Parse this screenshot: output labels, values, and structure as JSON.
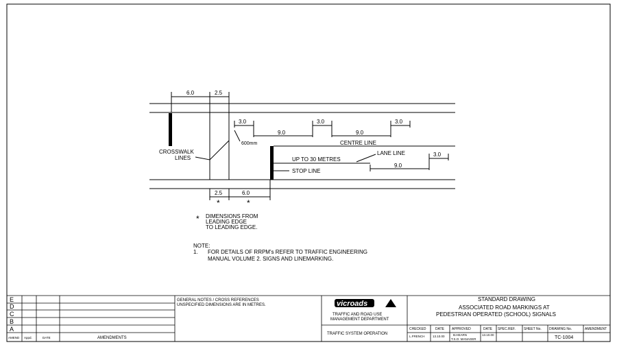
{
  "drawing": {
    "dims_top": [
      "6.0",
      "2.5"
    ],
    "dims_bottom": [
      "2.5",
      "6.0"
    ],
    "centre_segments": [
      "3.0",
      "3.0",
      "3.0"
    ],
    "centre_gaps": [
      "9.0",
      "9.0"
    ],
    "lane_segment": "3.0",
    "lane_gap": "9.0",
    "label_600": "600mm",
    "label_centre_line": "CENTRE LINE",
    "label_lane_line": "LANE LINE",
    "label_up_to": "UP TO 30 METRES",
    "label_stop_line": "STOP LINE",
    "label_crosswalk_1": "CROSSWALK",
    "label_crosswalk_2": "LINES",
    "asterisk": "*",
    "footnote_lines": [
      "DIMENSIONS FROM",
      "LEADING EDGE",
      "TO LEADING EDGE."
    ],
    "note_title": "NOTE:",
    "note_num": "1.",
    "note_line1": "FOR DETAILS OF RRPM's REFER TO TRAFFIC ENGINEERING",
    "note_line2": "MANUAL VOLUME 2.  SIGNS AND LINEMARKING."
  },
  "title_block": {
    "amend_letters": [
      "E",
      "D",
      "C",
      "B",
      "A"
    ],
    "col_amend": "AMEND",
    "col_appd": "Appd.",
    "col_date": "DATE",
    "col_amendments": "AMENDMENTS",
    "general_notes_1": "GENERAL NOTES / CROSS REFERENCES",
    "general_notes_2": "UNSPECIFIED DIMENSIONS ARE IN METRES.",
    "logo_text": "vicroads",
    "dept_1": "TRAFFIC AND ROAD USE",
    "dept_2": "MANAGEMENT DEPARTMENT",
    "traffic_system_operation": "TRAFFIC SYSTEM OPERATION",
    "standard_drawing": "STANDARD DRAWING",
    "title_1": "ASSOCIATED ROAD MARKINGS AT",
    "title_2": "PEDESTRIAN OPERATED (SCHOOL) SIGNALS",
    "checked_label": "CHECKED",
    "checked_name": "L.FRENCH",
    "date_label": "DATE",
    "checked_date": "13.10.00",
    "approved_label": "APPROVED",
    "approved_name": "B.HEARN",
    "approved_role": "T.S.O. MANAGER",
    "date2_label": "DATE",
    "approved_date": "13.10.00",
    "spec_ref": "SPEC.REF.",
    "sheet_no": "SHEET No.",
    "drawing_no_label": "DRAWING No.",
    "amendment_label": "AMENDMENT",
    "drawing_no": "TC-1004"
  }
}
